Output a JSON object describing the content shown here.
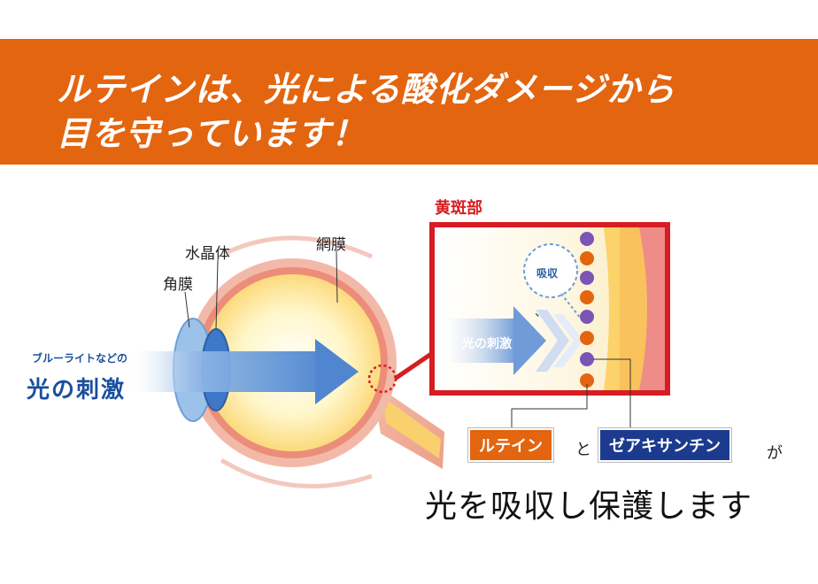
{
  "banner": {
    "line1": "ルテインは、光による酸化ダメージから",
    "line2": "目を守っています！",
    "color": "#e3650f"
  },
  "eye": {
    "labels": {
      "crystalline_lens": "水晶体",
      "cornea": "角膜",
      "retina": "網膜"
    }
  },
  "stimulus": {
    "sub": "ブルーライトなどの",
    "main": "光の刺激"
  },
  "inset": {
    "title": "黄斑部",
    "absorb_label": "吸収",
    "arrow_label": "光の刺激"
  },
  "legend": {
    "lutein": "ルテイン",
    "conjunction": "と",
    "zeaxanthin": "ゼアキサンチン",
    "particle": "が",
    "conclusion": "光を吸収し保護します"
  },
  "colors": {
    "orange": "#e3650f",
    "navy": "#1c3b8f",
    "red": "#d71d23",
    "purple": "#7b55b5",
    "light_blue": "#5e97d6"
  }
}
